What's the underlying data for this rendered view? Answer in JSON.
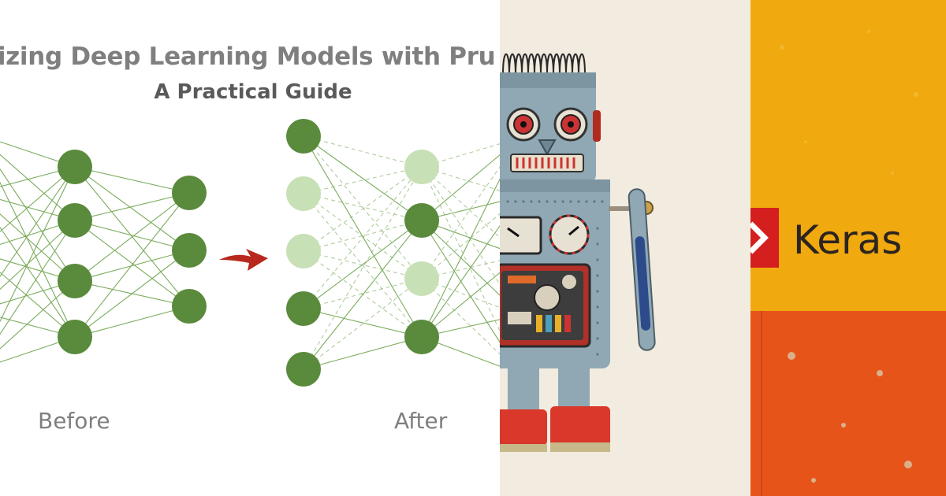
{
  "diagram": {
    "title_line1": "timizing Deep Learning Models with Pru",
    "title_line2": "A Practical Guide",
    "caption_before": "Before",
    "caption_after": "After",
    "colors": {
      "node_active": "#5a8a3c",
      "node_pruned": "#c8e0b6",
      "edge": "#7aab5c",
      "arrow": "#b8281c"
    }
  },
  "robot_photo": {
    "subject": "tin toy robot"
  },
  "keras_cover": {
    "label": "Keras",
    "colors": {
      "yellow": "#f0a90e",
      "orange": "#e65419",
      "logo": "#d51f1f"
    }
  }
}
